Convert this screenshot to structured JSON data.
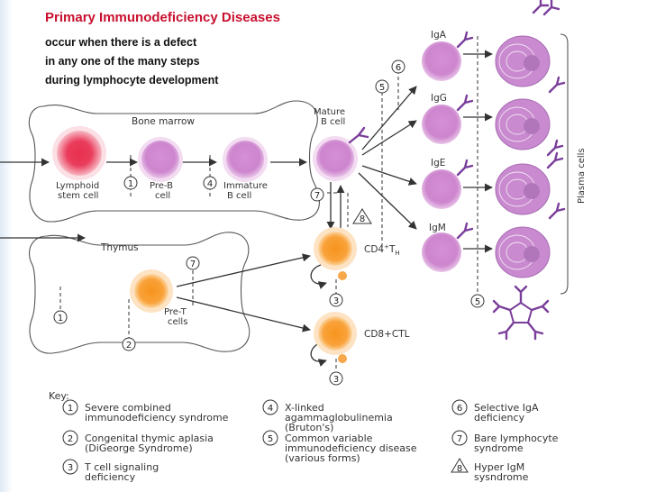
{
  "title": {
    "heading": "Primary Immunodeficiency Diseases",
    "line1": "occur when there is a defect",
    "line2": "in any one of the many steps",
    "line3": "during lymphocyte development"
  },
  "diagram": {
    "bone_marrow": "Bone marrow",
    "thymus": "Thymus",
    "lymphoid_stem_cell": [
      "Lymphoid",
      "stem cell"
    ],
    "pre_b_cell": [
      "Pre-B",
      "cell"
    ],
    "immature_b_cell": [
      "Immature",
      "B cell"
    ],
    "mature_b_cell": [
      "Mature",
      "B cell"
    ],
    "pre_t_cells": [
      "Pre-T",
      "cells"
    ],
    "cd4": [
      "CD4",
      "+",
      "T",
      "H"
    ],
    "cd8": "CD8+CTL",
    "iga": "IgA",
    "igg": "IgG",
    "ige": "IgE",
    "igm": "IgM",
    "plasma_cells": "Plasma cells"
  },
  "markers": [
    "1",
    "4",
    "6",
    "5",
    "7",
    "8",
    "7",
    "1",
    "2",
    "3",
    "3",
    "5"
  ],
  "key": {
    "title": "Key:",
    "items": [
      {
        "num": "1",
        "lines": [
          "Severe combined",
          "immunodeficiency syndrome"
        ]
      },
      {
        "num": "2",
        "lines": [
          "Congenital thymic aplasia",
          "(DiGeorge Syndrome)"
        ]
      },
      {
        "num": "3",
        "lines": [
          "T cell signaling",
          "deficiency"
        ]
      },
      {
        "num": "4",
        "lines": [
          "X-linked",
          "agammaglobulinemia",
          "(Bruton's)"
        ]
      },
      {
        "num": "5",
        "lines": [
          "Common variable",
          "immunodeficiency disease",
          "(various forms)"
        ]
      },
      {
        "num": "6",
        "lines": [
          "Selective IgA",
          "deficiency"
        ]
      },
      {
        "num": "7",
        "lines": [
          "Bare lymphocyte",
          "syndrome"
        ]
      },
      {
        "num": "8",
        "lines": [
          "Hyper IgM",
          "sysndrome"
        ]
      }
    ]
  }
}
